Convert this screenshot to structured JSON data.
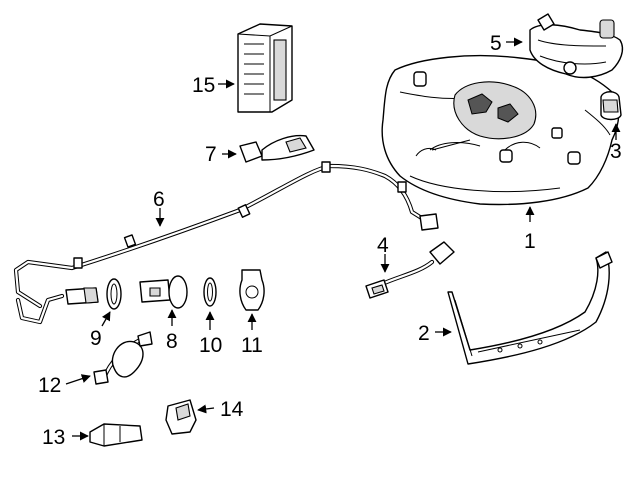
{
  "callouts": {
    "c1": "1",
    "c2": "2",
    "c3": "3",
    "c4": "4",
    "c5": "5",
    "c6": "6",
    "c7": "7",
    "c8": "8",
    "c9": "9",
    "c10": "10",
    "c11": "11",
    "c12": "12",
    "c13": "13",
    "c14": "14",
    "c15": "15"
  },
  "colors": {
    "line": "#000000",
    "fill": "#ffffff",
    "shade": "#d9d9d9"
  }
}
